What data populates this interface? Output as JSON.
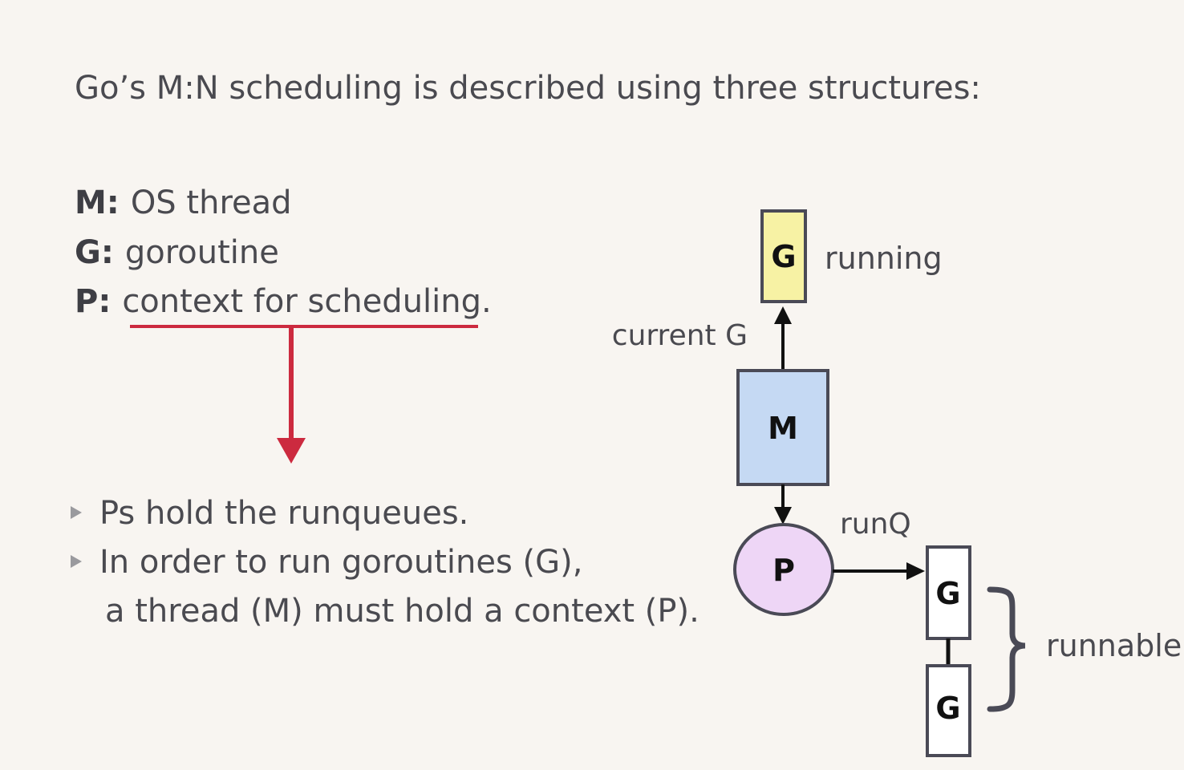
{
  "slide": {
    "heading": "Go’s M:N scheduling is described using three structures:",
    "definitions": [
      {
        "key": "M:",
        "text": "OS thread"
      },
      {
        "key": "G:",
        "text": "goroutine"
      },
      {
        "key": "P:",
        "text": "context for scheduling."
      }
    ],
    "bullets": [
      {
        "text": "Ps hold the runqueues."
      },
      {
        "text": "In order to run goroutines (G),",
        "continuation": "a thread (M) must hold a context (P)."
      }
    ]
  },
  "diagram": {
    "running_g": {
      "label": "G",
      "annotation": "running",
      "fill": "#f7f2a4"
    },
    "edge_current": {
      "label": "current G"
    },
    "m_node": {
      "label": "M",
      "fill": "#c5d9f3"
    },
    "p_node": {
      "label": "P",
      "fill": "#eed6f6"
    },
    "edge_runq": {
      "label": "runQ"
    },
    "queue": [
      {
        "label": "G"
      },
      {
        "label": "G"
      }
    ],
    "queue_annotation": "runnable"
  },
  "colors": {
    "accent_red": "#cc2a3f",
    "border": "#4a4a56",
    "text": "#4a4a50",
    "background": "#f8f5f1"
  }
}
